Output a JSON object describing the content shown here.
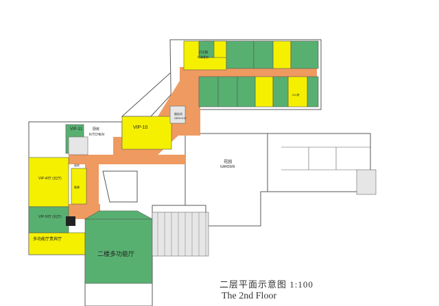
{
  "plan": {
    "title_cn": "二层平面示意图 1:100",
    "title_en": "The 2nd Floor",
    "colors": {
      "yellow": "#f5f000",
      "green": "#58b070",
      "orange": "#ef9a60",
      "gray": "#e8e8e8",
      "line": "#555555"
    },
    "labels": {
      "vip11": "VIP-11",
      "vip10": "VIP-10",
      "vip4": "VIP-4/厅 (北厅)",
      "vip5": "VIP-5/厅 (北厅)",
      "kitchen_cn": "厨房",
      "kitchen_en": "KITCHEN",
      "garden_cn": "花园",
      "garden_en": "GARDEN",
      "service_cn": "服务间",
      "service_en": "SERVICE",
      "multi_hall": "二楼多功能厅",
      "multi_lounge": "多功能厅贵宾厅",
      "room_212": "212房",
      "room_212_sub": "行政客房",
      "room_221": "221房",
      "small_1": "厨房",
      "small_2": "备餐"
    }
  }
}
